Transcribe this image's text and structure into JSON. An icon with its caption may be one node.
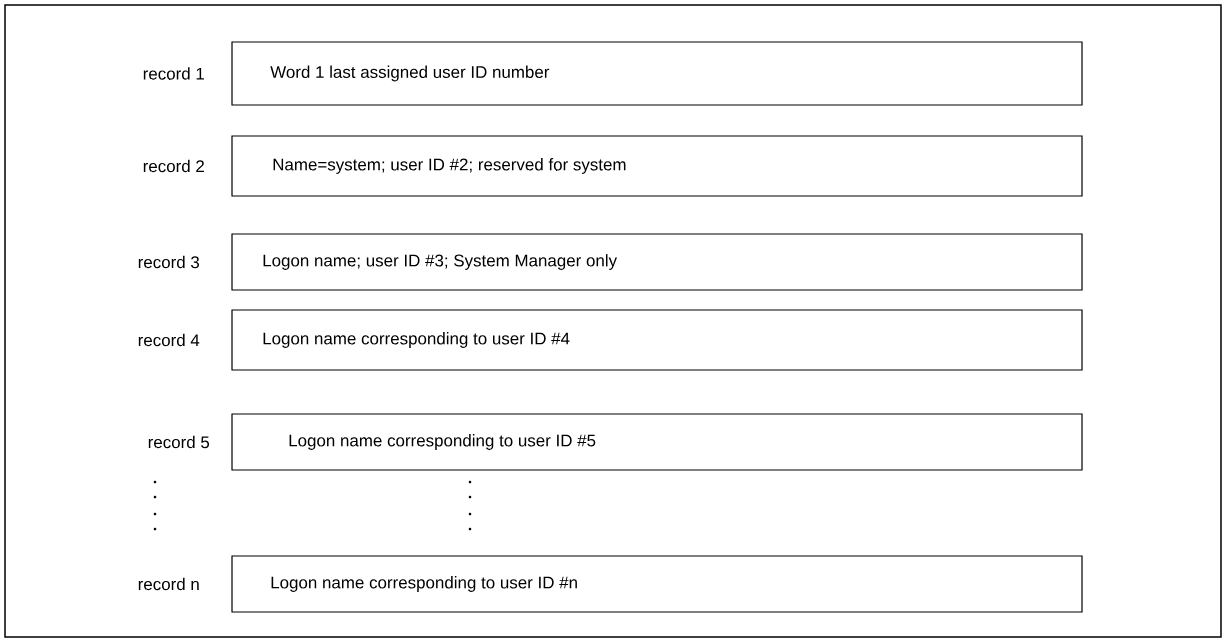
{
  "diagram": {
    "nodes": [
      {
        "text": [
          "Word 1  last assigned user ID number"
        ],
        "beside": [
          "record 1"
        ]
      },
      {
        "text": [
          "Name=system; user ID #2; reserved for system"
        ],
        "beside": [
          "record 2"
        ]
      },
      {
        "text": [
          "Logon name; user ID #3; System Manager only"
        ],
        "beside": [
          "record 3"
        ]
      },
      {
        "text": [
          "Logon name corresponding to user ID #4"
        ],
        "beside": [
          "record 4"
        ]
      },
      {
        "text": [
          "Logon name corresponding to user ID #5"
        ],
        "beside": [
          "record 5"
        ]
      },
      {
        "text": [
          "Logon name corresponding to user ID #n"
        ],
        "beside": [
          "record n"
        ]
      }
    ]
  }
}
